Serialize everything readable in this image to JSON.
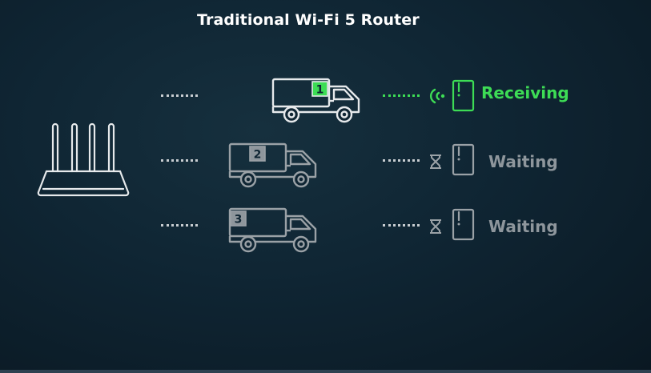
{
  "title": "Traditional Wi-Fi 5 Router",
  "colors": {
    "active": "#3ddc55",
    "inactive": "#8e969c",
    "outline_active": "#e6e9eb",
    "outline_inactive": "#9aa1a6"
  },
  "rows": [
    {
      "truck_number": "1",
      "status": "Receiving",
      "state": "active",
      "status_icon": "wifi-signal-icon"
    },
    {
      "truck_number": "2",
      "status": "Waiting",
      "state": "inactive",
      "status_icon": "hourglass-icon"
    },
    {
      "truck_number": "3",
      "status": "Waiting",
      "state": "inactive",
      "status_icon": "hourglass-icon"
    }
  ]
}
